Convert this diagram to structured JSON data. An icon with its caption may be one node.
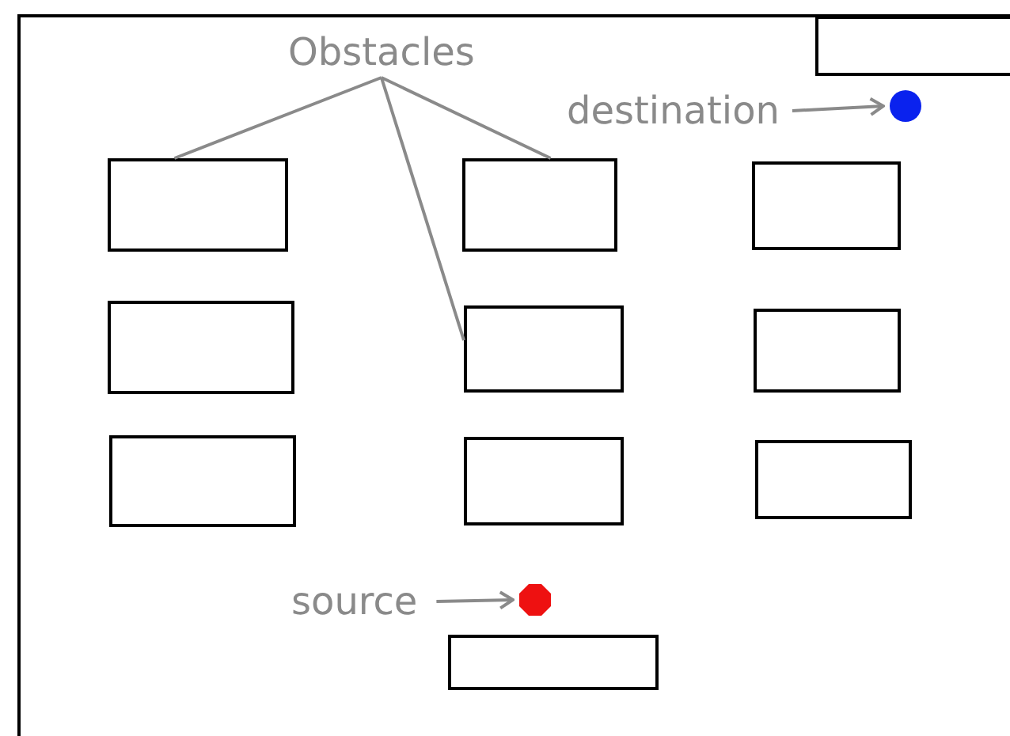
{
  "diagram": {
    "nodes": [
      {
        "text": [
          "Obstacles"
        ]
      },
      {
        "text": [],
        "shape": "box"
      },
      {
        "text": [
          "destination"
        ]
      },
      {
        "text": [],
        "shape": "circle"
      },
      {
        "text": [],
        "shape": "box"
      },
      {
        "text": [],
        "shape": "box"
      },
      {
        "text": [],
        "shape": "box"
      },
      {
        "text": [],
        "shape": "box"
      },
      {
        "text": [],
        "shape": "box"
      },
      {
        "text": [],
        "shape": "box"
      },
      {
        "text": [],
        "shape": "box"
      },
      {
        "text": [],
        "shape": "box"
      },
      {
        "text": [],
        "shape": "box"
      },
      {
        "text": [
          "source"
        ]
      },
      {
        "text": [],
        "shape": "octagon"
      },
      {
        "text": [],
        "shape": "box"
      }
    ],
    "edges": [
      {
        "from": 0,
        "to": 4,
        "arrow": "none"
      },
      {
        "from": 0,
        "to": 5,
        "arrow": "none"
      },
      {
        "from": 0,
        "to": 8,
        "arrow": "none"
      },
      {
        "from": 2,
        "to": 3,
        "arrow": "to"
      },
      {
        "from": 13,
        "to": 14,
        "arrow": "to"
      }
    ]
  }
}
